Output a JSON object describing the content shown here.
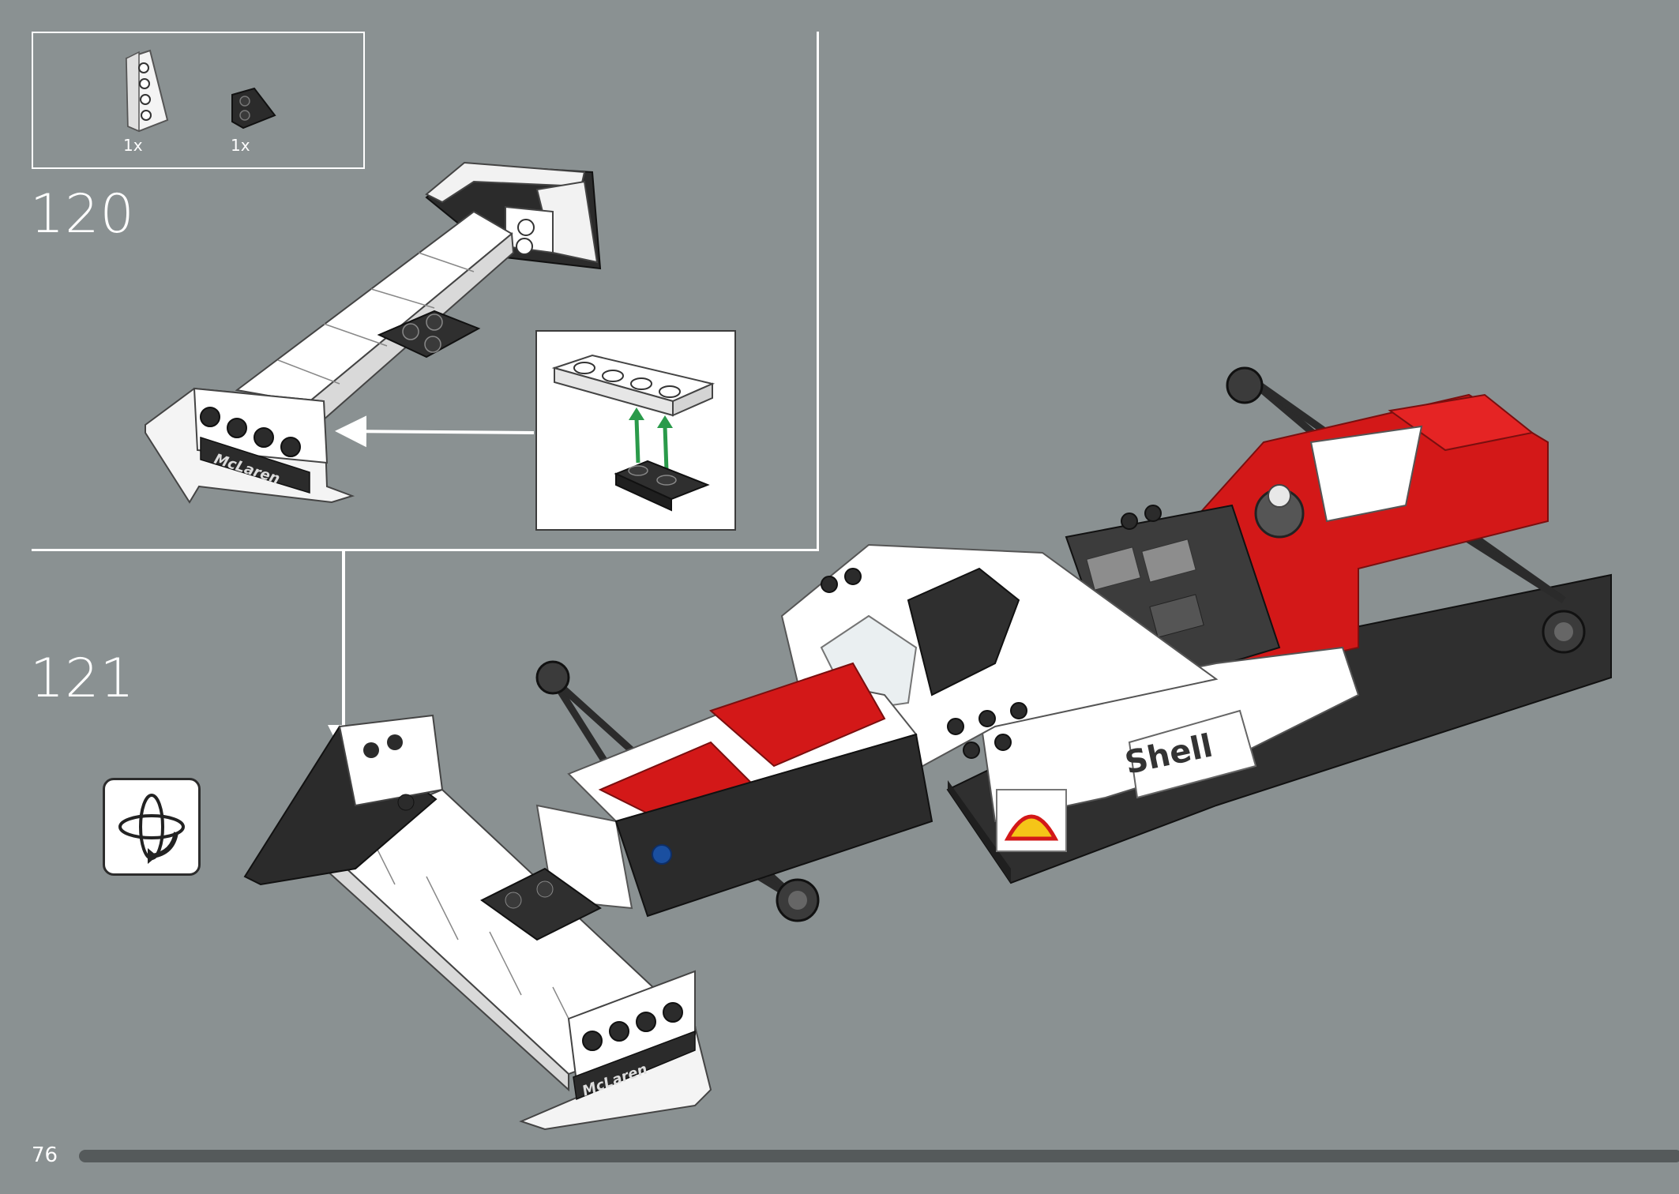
{
  "page": {
    "number": "76"
  },
  "parts_list": [
    {
      "name": "white wedge plate 2x4",
      "quantity": "1x"
    },
    {
      "name": "black wedge plate 2x2",
      "quantity": "1x"
    }
  ],
  "steps": [
    {
      "number": "120"
    },
    {
      "number": "121"
    }
  ],
  "decals": {
    "wing_logo": "McLaren",
    "sidepod_logo": "Shell"
  },
  "icons": {
    "rotate": "rotate-model-icon",
    "arrow": "arrow-icon"
  },
  "colors": {
    "background": "#8a9192",
    "red": "#d31818",
    "white": "#ffffff",
    "black": "#2b2b2b",
    "green": "#2a9a4a"
  },
  "progress": {
    "fraction": 0.99
  }
}
